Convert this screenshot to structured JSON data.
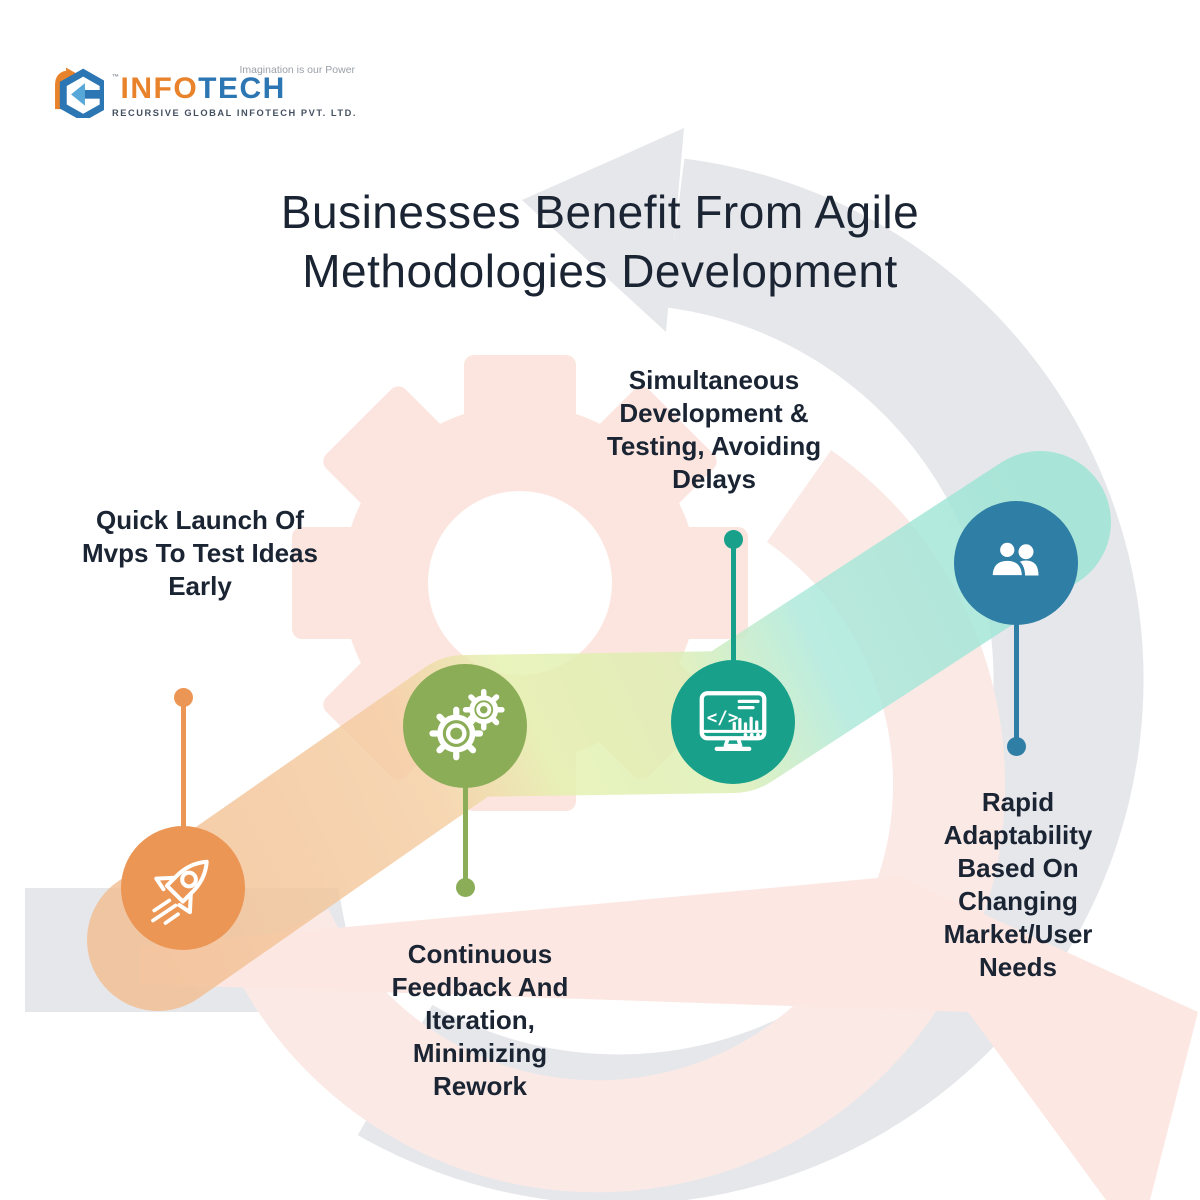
{
  "brand": {
    "info": "INFO",
    "tech": "TECH",
    "trademark": "™",
    "tagline": "Imagination is our Power",
    "subtitle": "RECURSIVE GLOBAL INFOTECH PVT. LTD."
  },
  "title": "Businesses Benefit From Agile Methodologies Development",
  "milestones": [
    {
      "id": "quick-launch",
      "label": "Quick Launch Of\nMvps To Test Ideas\nEarly",
      "icon": "rocket-icon",
      "circle_color": "#EC9655"
    },
    {
      "id": "continuous-feedback",
      "label": "Continuous\nFeedback And\nIteration,\nMinimizing\nRework",
      "icon": "gears-icon",
      "circle_color": "#8CAD57"
    },
    {
      "id": "simultaneous-dev-testing",
      "label": "Simultaneous\nDevelopment &\nTesting, Avoiding\nDelays",
      "icon": "code-monitor-icon",
      "circle_color": "#18A08B"
    },
    {
      "id": "rapid-adaptability",
      "label": "Rapid\nAdaptability\nBased On\nChanging\nMarket/User\nNeeds",
      "icon": "team-icon",
      "circle_color": "#2E7EA6"
    }
  ],
  "colors": {
    "title_text": "#1A2433",
    "label_text": "#1A2433",
    "logo_orange": "#E8832B",
    "logo_blue": "#2B76B3",
    "ribbon_orange": "#F2BE92",
    "ribbon_lime": "#E0EFAE",
    "ribbon_mint": "#A3E6D6",
    "bg_pink": "#FBE9E6",
    "bg_gray": "#E6E7EB"
  }
}
